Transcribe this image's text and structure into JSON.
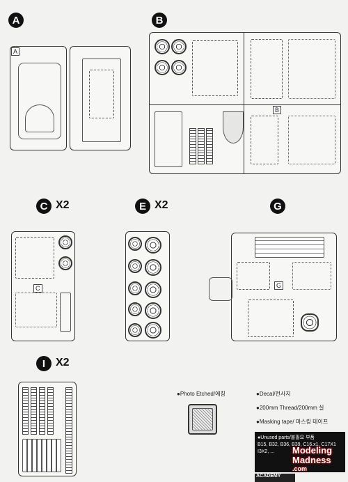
{
  "sprues": {
    "a": {
      "letter": "A",
      "inner_label": "A"
    },
    "b": {
      "letter": "B",
      "inner_label": "B"
    },
    "c": {
      "letter": "C",
      "multiplier": "X2",
      "inner_label": "C"
    },
    "e": {
      "letter": "E",
      "multiplier": "X2"
    },
    "g": {
      "letter": "G",
      "inner_label": "G"
    },
    "i": {
      "letter": "I",
      "multiplier": "X2"
    }
  },
  "legend": {
    "photo_etched": "●Photo Etched/에칭",
    "decal": "●Decal/전사지",
    "thread": "●200mm Thread/200mm 실",
    "masking": "●Masking tape/ 마스킹 테이프"
  },
  "unused": {
    "title": "●Unused parts/불필요 부품",
    "line1": "B15, B32, B36, B39, C16.x1, C17X1",
    "line2": "I3X2, ..."
  },
  "brand": "ACADEMY",
  "watermark": {
    "line1": "Modeling",
    "line2": "Madness",
    "line3": ".com"
  }
}
